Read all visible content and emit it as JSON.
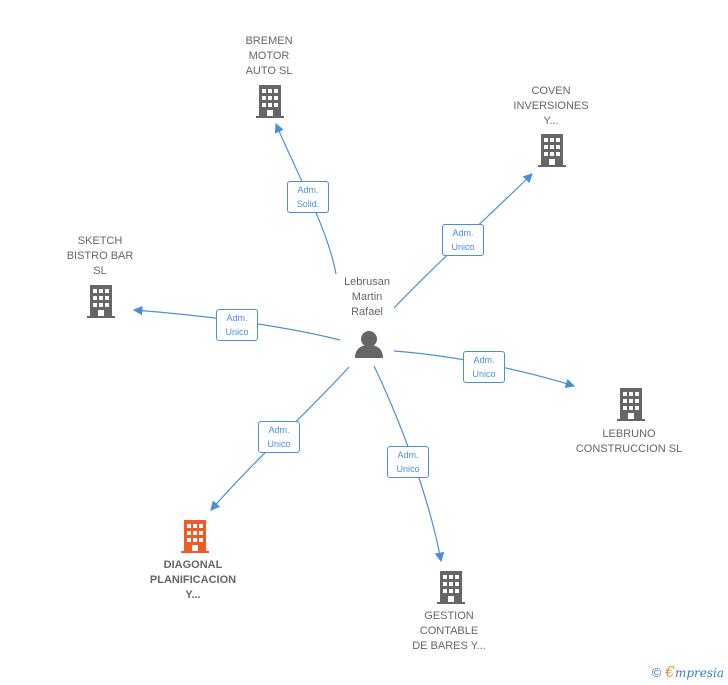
{
  "center": {
    "label": "Lebrusan\nMartin\nRafael",
    "icon": "person-icon"
  },
  "nodes": [
    {
      "id": "bremen",
      "label": "BREMEN\nMOTOR\nAUTO  SL",
      "icon": "building-icon",
      "color": "#666666",
      "edge_label": "Adm.\nSolid."
    },
    {
      "id": "coven",
      "label": "COVEN\nINVERSIONES\nY...",
      "icon": "building-icon",
      "color": "#666666",
      "edge_label": "Adm.\nUnico"
    },
    {
      "id": "sketch",
      "label": "SKETCH\nBISTRO BAR\nSL",
      "icon": "building-icon",
      "color": "#666666",
      "edge_label": "Adm.\nUnico"
    },
    {
      "id": "lebruno",
      "label": "LEBRUNO\nCONSTRUCCION SL",
      "icon": "building-icon",
      "color": "#666666",
      "edge_label": "Adm.\nUnico"
    },
    {
      "id": "diagonal",
      "label": "DIAGONAL\nPLANIFICACION\nY...",
      "icon": "building-icon",
      "color": "#f05a28",
      "edge_label": "Adm.\nUnico"
    },
    {
      "id": "gestion",
      "label": "GESTION\nCONTABLE\nDE BARES Y...",
      "icon": "building-icon",
      "color": "#666666",
      "edge_label": "Adm.\nUnico"
    }
  ],
  "colors": {
    "edge": "#4a90d9",
    "node": "#666666",
    "highlight": "#f05a28"
  },
  "footer": {
    "copyright": "©",
    "brand_first": "€",
    "brand_rest": "mpresia"
  }
}
